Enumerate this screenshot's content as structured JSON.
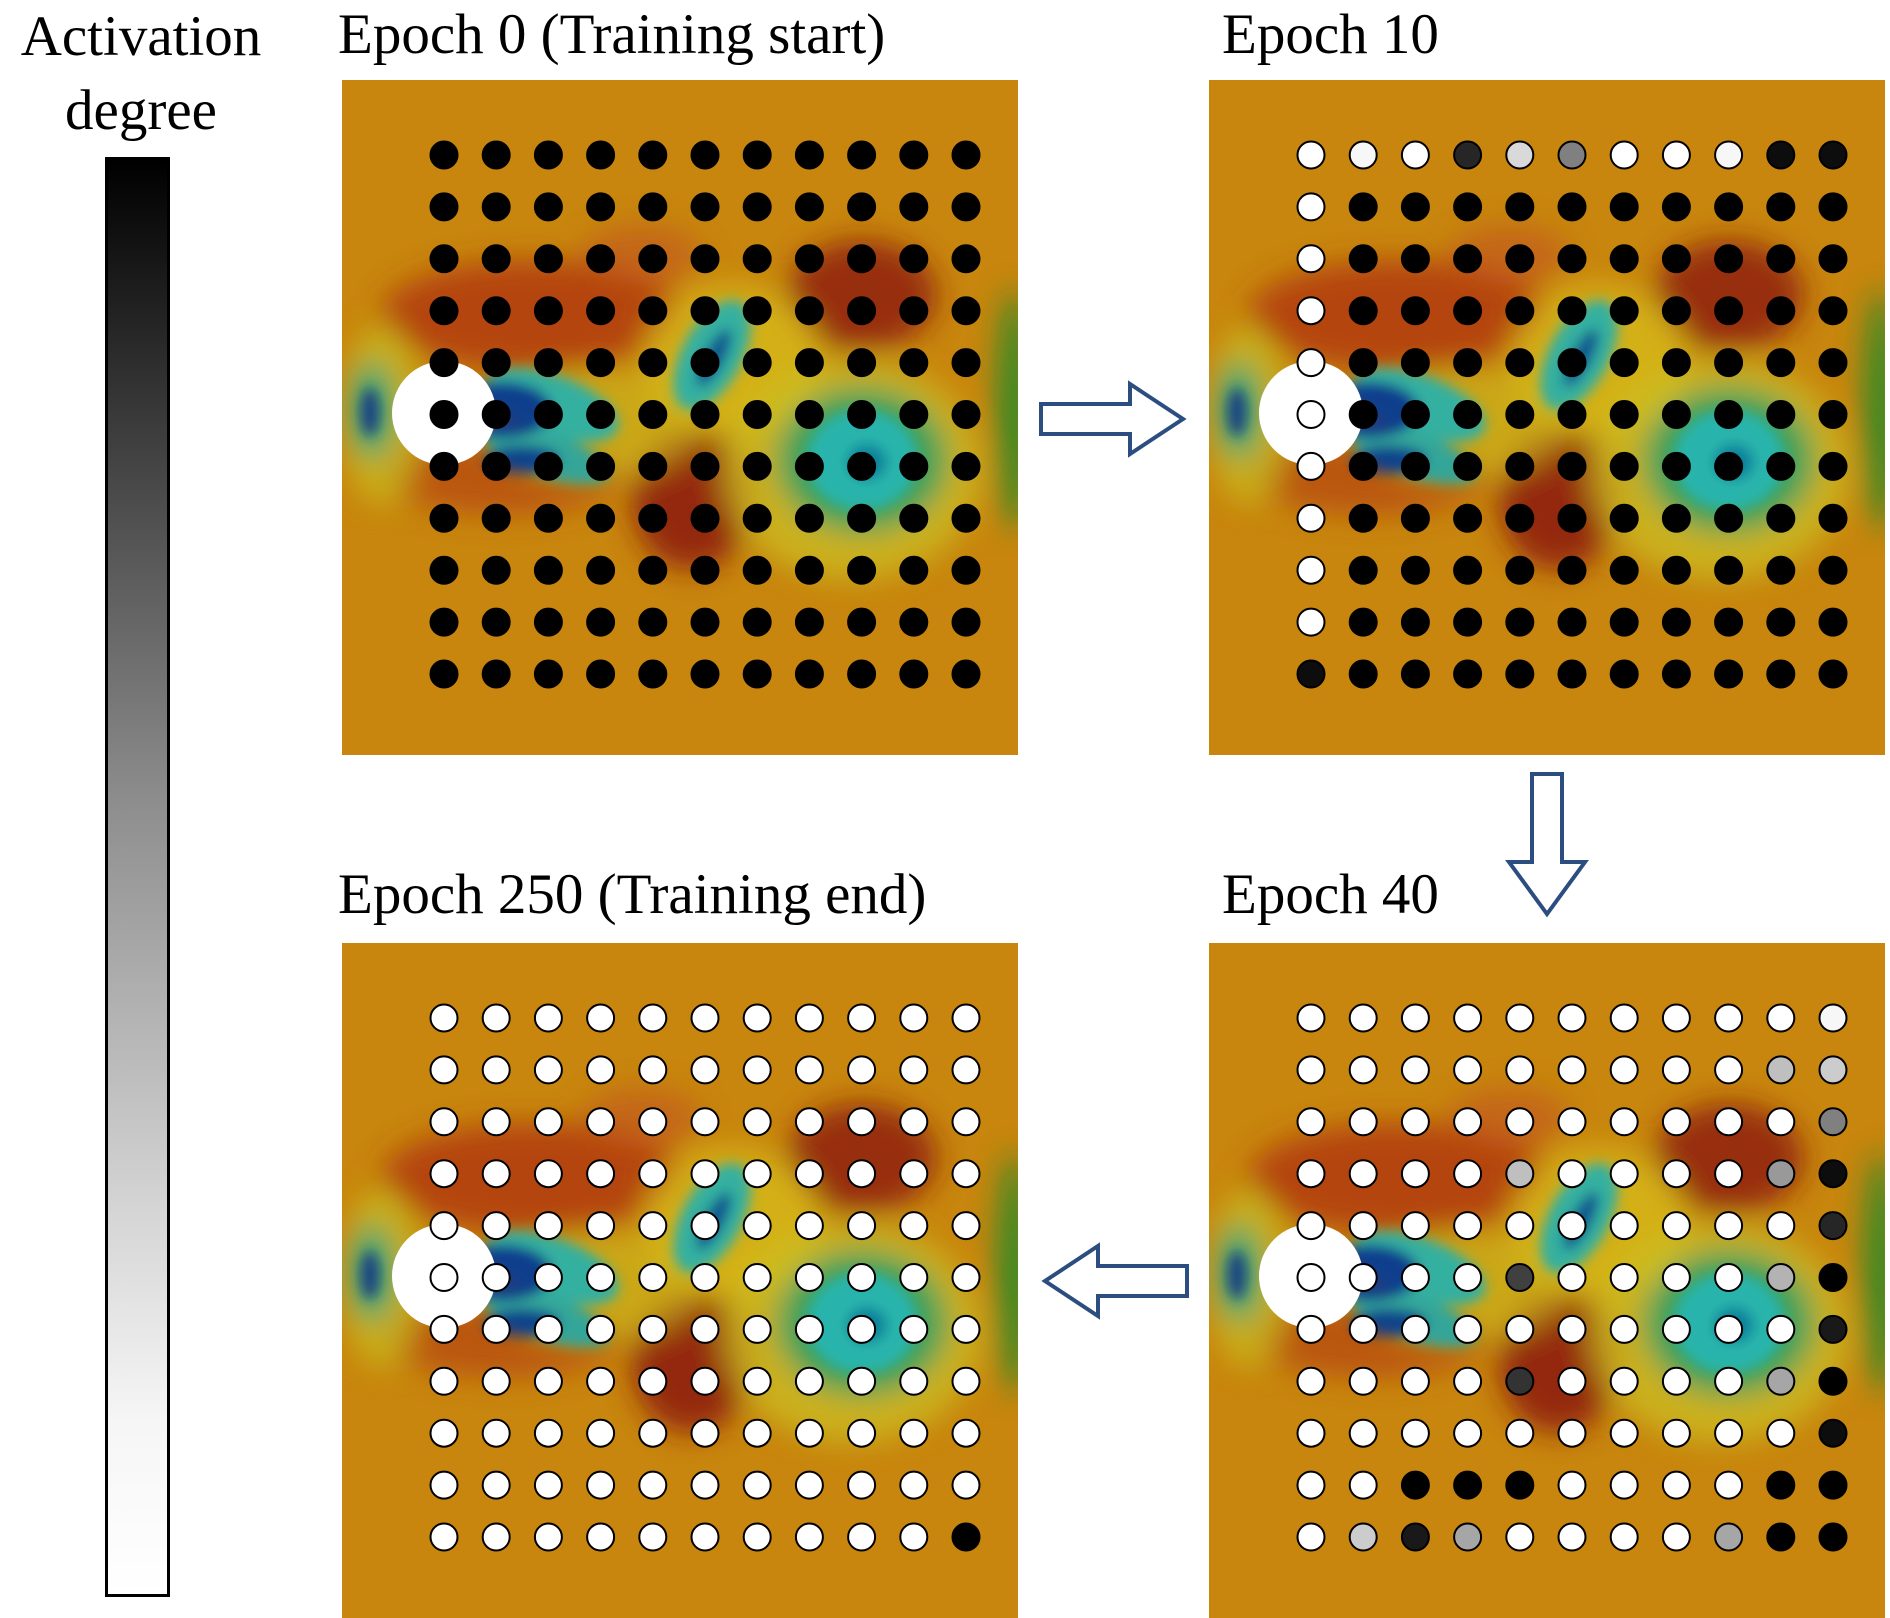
{
  "legend": {
    "title_line1": "Activation",
    "title_line2": "degree",
    "gradient": {
      "top_color": "#000000",
      "bottom_color": "#ffffff"
    }
  },
  "colors": {
    "background_field": "#c8860e",
    "arrow_stroke": "#2b4d80",
    "sensor_stroke": "#000000"
  },
  "panels": [
    {
      "id": "epoch-0",
      "title": "Epoch 0 (Training start)",
      "activations": [
        [
          1,
          1,
          1,
          1,
          1,
          1,
          1,
          1,
          1,
          1,
          1
        ],
        [
          1,
          1,
          1,
          1,
          1,
          1,
          1,
          1,
          1,
          1,
          1
        ],
        [
          1,
          1,
          1,
          1,
          1,
          1,
          1,
          1,
          1,
          1,
          1
        ],
        [
          1,
          1,
          1,
          1,
          1,
          1,
          1,
          1,
          1,
          1,
          1
        ],
        [
          1,
          1,
          1,
          1,
          1,
          1,
          1,
          1,
          1,
          1,
          1
        ],
        [
          1,
          1,
          1,
          1,
          1,
          1,
          1,
          1,
          1,
          1,
          1
        ],
        [
          1,
          1,
          1,
          1,
          1,
          1,
          1,
          1,
          1,
          1,
          1
        ],
        [
          1,
          1,
          1,
          1,
          1,
          1,
          1,
          1,
          1,
          1,
          1
        ],
        [
          1,
          1,
          1,
          1,
          1,
          1,
          1,
          1,
          1,
          1,
          1
        ],
        [
          1,
          1,
          1,
          1,
          1,
          1,
          1,
          1,
          1,
          1,
          1
        ],
        [
          1,
          1,
          1,
          1,
          1,
          1,
          1,
          1,
          1,
          1,
          1
        ]
      ]
    },
    {
      "id": "epoch-10",
      "title": "Epoch 10",
      "activations": [
        [
          0,
          0.03,
          0,
          0.85,
          0.15,
          0.5,
          0,
          0,
          0.03,
          0.95,
          0.95
        ],
        [
          0,
          1,
          1,
          1,
          1,
          1,
          1,
          1,
          1,
          1,
          1
        ],
        [
          0,
          1,
          1,
          1,
          1,
          1,
          1,
          1,
          1,
          1,
          1
        ],
        [
          0,
          1,
          1,
          1,
          1,
          1,
          1,
          1,
          1,
          1,
          1
        ],
        [
          0,
          1,
          1,
          1,
          1,
          1,
          1,
          1,
          1,
          1,
          1
        ],
        [
          0,
          1,
          1,
          1,
          1,
          1,
          1,
          1,
          1,
          1,
          1
        ],
        [
          0,
          1,
          1,
          1,
          1,
          1,
          1,
          1,
          1,
          1,
          1
        ],
        [
          0,
          1,
          1,
          1,
          1,
          1,
          1,
          1,
          1,
          1,
          1
        ],
        [
          0,
          1,
          1,
          1,
          1,
          1,
          1,
          1,
          1,
          1,
          1
        ],
        [
          0,
          1,
          1,
          1,
          1,
          1,
          1,
          1,
          1,
          1,
          1
        ],
        [
          0.95,
          1,
          1,
          1,
          1,
          1,
          1,
          1,
          1,
          1,
          1
        ]
      ]
    },
    {
      "id": "epoch-40",
      "title": "Epoch 40",
      "activations": [
        [
          0,
          0,
          0,
          0,
          0,
          0,
          0,
          0,
          0,
          0,
          0.03
        ],
        [
          0,
          0,
          0,
          0,
          0,
          0,
          0,
          0,
          0,
          0.25,
          0.2
        ],
        [
          0,
          0,
          0,
          0,
          0,
          0,
          0,
          0,
          0,
          0,
          0.5
        ],
        [
          0,
          0,
          0,
          0,
          0.25,
          0,
          0,
          0,
          0,
          0.4,
          0.95
        ],
        [
          0,
          0,
          0,
          0,
          0,
          0,
          0,
          0,
          0,
          0,
          0.85
        ],
        [
          0,
          0,
          0,
          0,
          0.75,
          0,
          0,
          0,
          0,
          0.3,
          1
        ],
        [
          0,
          0,
          0,
          0,
          0,
          0,
          0,
          0,
          0,
          0,
          0.9
        ],
        [
          0,
          0,
          0,
          0,
          0.8,
          0,
          0,
          0,
          0,
          0.35,
          1
        ],
        [
          0,
          0,
          0,
          0,
          0,
          0,
          0,
          0,
          0,
          0,
          0.95
        ],
        [
          0,
          0,
          1,
          1,
          1,
          0,
          0,
          0,
          0,
          1,
          1
        ],
        [
          0,
          0.2,
          0.9,
          0.35,
          0,
          0,
          0,
          0,
          0.35,
          1,
          1
        ]
      ]
    },
    {
      "id": "epoch-250",
      "title": "Epoch 250 (Training end)",
      "activations": [
        [
          0,
          0,
          0,
          0,
          0,
          0,
          0,
          0,
          0,
          0,
          0
        ],
        [
          0,
          0,
          0,
          0,
          0,
          0,
          0,
          0,
          0,
          0,
          0
        ],
        [
          0,
          0,
          0,
          0,
          0,
          0,
          0,
          0,
          0,
          0,
          0
        ],
        [
          0,
          0,
          0,
          0,
          0,
          0,
          0,
          0,
          0,
          0,
          0
        ],
        [
          0,
          0,
          0,
          0,
          0,
          0,
          0,
          0,
          0,
          0,
          0
        ],
        [
          0,
          0,
          0,
          0,
          0,
          0,
          0,
          0,
          0,
          0,
          0
        ],
        [
          0,
          0,
          0,
          0,
          0,
          0,
          0,
          0,
          0,
          0,
          0
        ],
        [
          0,
          0,
          0,
          0,
          0,
          0,
          0,
          0,
          0,
          0,
          0
        ],
        [
          0,
          0,
          0,
          0,
          0,
          0,
          0,
          0,
          0,
          0,
          0
        ],
        [
          0,
          0,
          0,
          0,
          0,
          0,
          0,
          0,
          0,
          0,
          0
        ],
        [
          0,
          0,
          0,
          0,
          0,
          0,
          0,
          0,
          0,
          0,
          1
        ]
      ]
    }
  ]
}
